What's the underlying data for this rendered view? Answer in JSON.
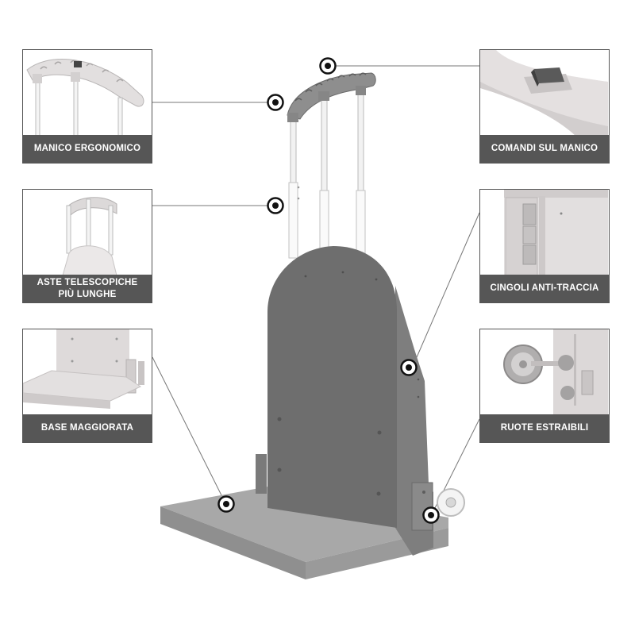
{
  "features": [
    {
      "id": "manico",
      "label_lines": [
        "MANICO ERGONOMICO"
      ]
    },
    {
      "id": "comandi",
      "label_lines": [
        "COMANDI SUL MANICO"
      ]
    },
    {
      "id": "aste",
      "label_lines": [
        "ASTE TELESCOPICHE",
        "PIÙ LUNGHE"
      ]
    },
    {
      "id": "cingoli",
      "label_lines": [
        "CINGOLI ANTI-TRACCIA"
      ]
    },
    {
      "id": "base",
      "label_lines": [
        "BASE MAGGIORATA"
      ]
    },
    {
      "id": "ruote",
      "label_lines": [
        "RUOTE ESTRAIBILI"
      ]
    }
  ],
  "colors": {
    "body": "#6e6e6e",
    "frame": "#808080",
    "base": "#a9a9a9",
    "handle": "#8a8a8a",
    "label_bg": "#565656",
    "label_text": "#ffffff",
    "thumb_light": "#e0dede",
    "callout_line": "#777777"
  }
}
